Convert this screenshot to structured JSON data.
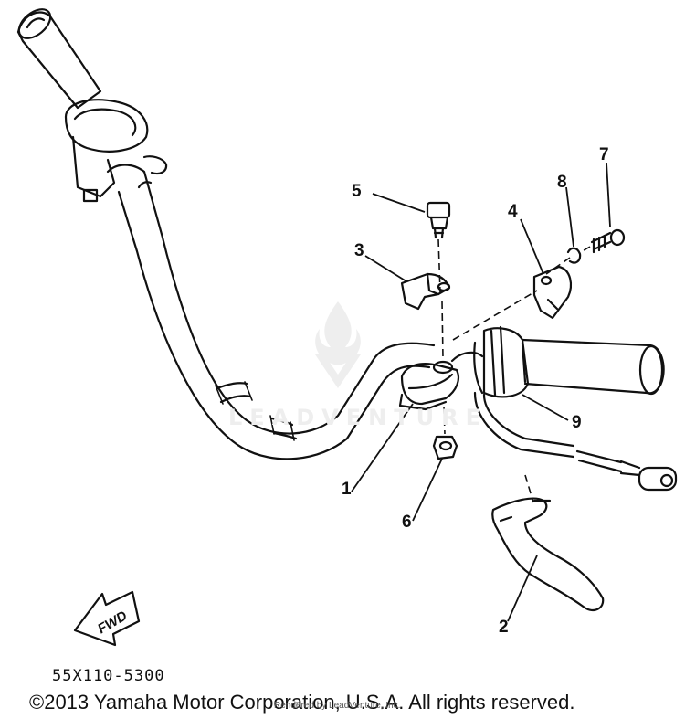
{
  "callouts": {
    "c1": "1",
    "c2": "2",
    "c3": "3",
    "c4": "4",
    "c5": "5",
    "c6": "6",
    "c7": "7",
    "c8": "8",
    "c9": "9"
  },
  "fwd_label": "FWD",
  "part_code": "55X110-5300",
  "copyright": "©2013 Yamaha Motor Corporation, U.S.A. All rights reserved.",
  "watermark": "LEADVENTURE",
  "rendered_by": "Rendered by LeadVenture, Inc."
}
